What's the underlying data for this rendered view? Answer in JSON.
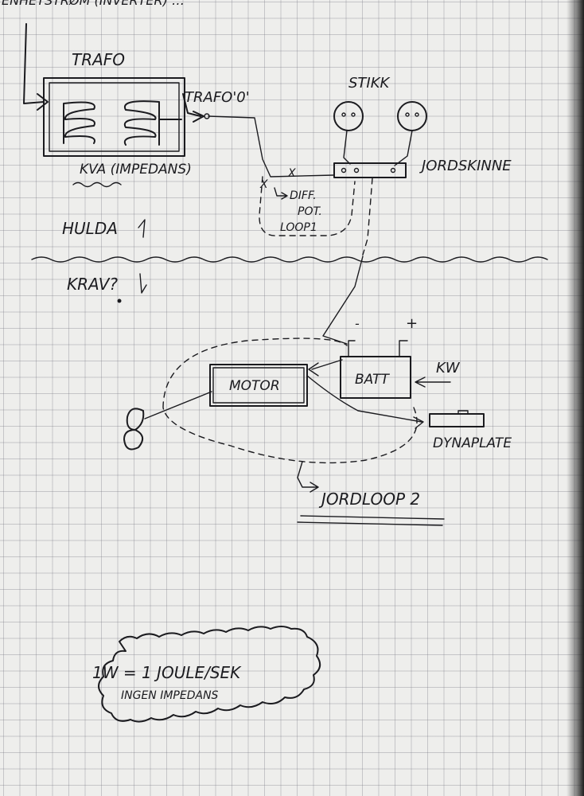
{
  "header_scrawl": "ENHETSTRØM (INVERTER) …",
  "labels": {
    "trafo": "TRAFO",
    "trafo_zero": "TRAFO'0'",
    "kva": "KVA (IMPEDANS)",
    "stikk": "STIKK",
    "jordskinne": "JORDSKINNE",
    "x_mark": "X",
    "diff_pot_loop": [
      "DIFF.",
      "POT.",
      "LOOP1"
    ],
    "hulda": "HULDA",
    "krav": "KRAV?",
    "motor": "MOTOR",
    "batt": "BATT",
    "minus": "-",
    "plus": "+",
    "kw": "KW",
    "dynaplate": "DYNAPLATE",
    "jordloop2": "JORDLOOP 2",
    "note_line1": "1W = 1 JOULE/SEK",
    "note_line2": "INGEN IMPEDANS"
  },
  "colors": {
    "ink": "#1b1b1f",
    "paper": "#eeeeec",
    "grid": "#8a8a92"
  }
}
